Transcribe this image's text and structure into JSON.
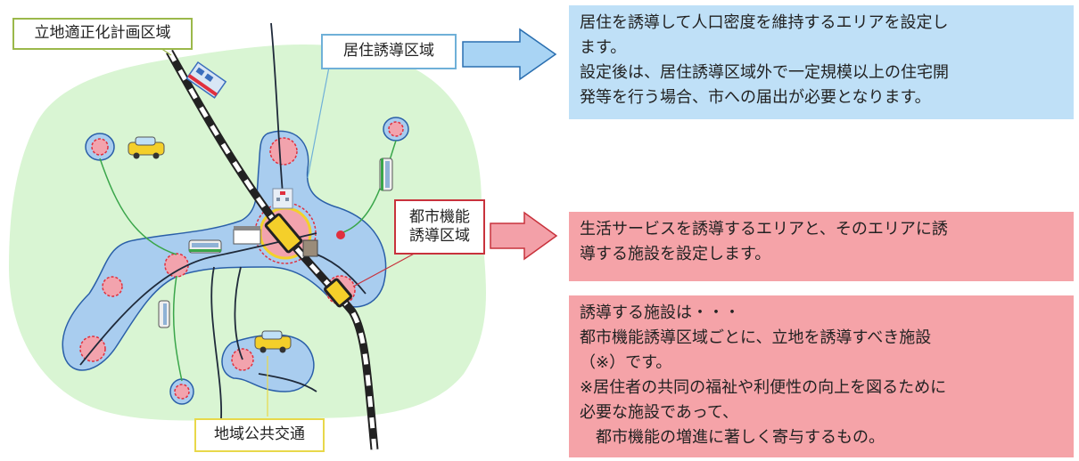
{
  "labels": {
    "plan_area": "立地適正化計画区域",
    "residential_zone": "居住誘導区域",
    "urban_function_zone_line1": "都市機能",
    "urban_function_zone_line2": "誘導区域",
    "public_transport": "地域公共交通"
  },
  "notes": {
    "residential": {
      "line1": "居住を誘導して人口密度を維持するエリアを設定し",
      "line2": "ます。",
      "line3": "設定後は、居住誘導区域外で一定規模以上の住宅開",
      "line4": "発等を行う場合、市への届出が必要となります。"
    },
    "urban_function": {
      "line1": "生活サービスを誘導するエリアと、そのエリアに誘",
      "line2": "導する施設を設定します。"
    },
    "facilities": {
      "line1": "誘導する施設は・・・",
      "line2": "都市機能誘導区域ごとに、立地を誘導すべき施設",
      "line3": "（※）です。",
      "line4": "※居住者の共同の福祉や利便性の向上を図るために",
      "line5": "必要な施設であって、",
      "line6": "　都市機能の増進に著しく寄与するもの。"
    }
  },
  "colors": {
    "plan_area_fill": "#d9f5d3",
    "residential_fill": "#a9cdef",
    "residential_stroke": "#2a5fa8",
    "urban_core_fill": "#f2a3ad",
    "urban_core_stroke": "#e0303e",
    "note_blue": "#bfe0f7",
    "note_pink": "#f5a3a8",
    "arrow_blue": "#a9d4f4",
    "arrow_pink": "#f3a0a8",
    "label_green_border": "#9bb84a",
    "label_blue_border": "#6fb0d8",
    "label_red_border": "#c8323c",
    "label_yellow_border": "#e8d84a",
    "transit_line": "#3aa64a",
    "rail": "#222222"
  },
  "icons": [
    "train-station-icon",
    "hospital-icon",
    "shop-icon",
    "taxi-icon",
    "bus-icon"
  ]
}
